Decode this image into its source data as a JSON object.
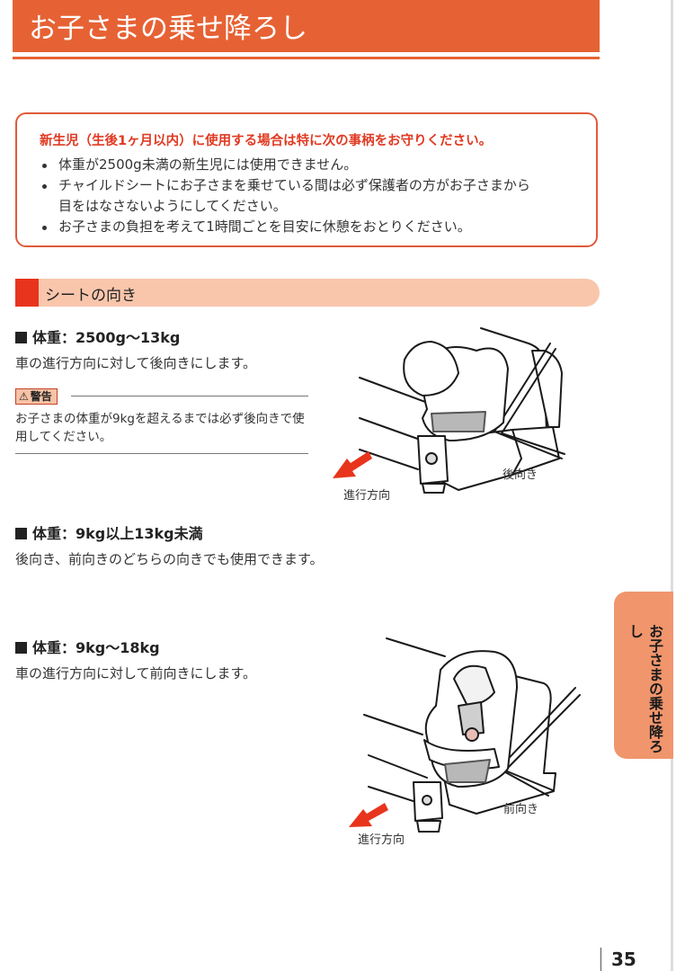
{
  "header": {
    "title": "お子さまの乗せ降ろし",
    "accent_color": "#e66234"
  },
  "notice": {
    "heading": "新生児（生後1ヶ月以内）に使用する場合は特に次の事柄をお守りください。",
    "items": [
      "体重が2500g未満の新生児には使用できません。",
      "チャイルドシートにお子さまを乗せている間は必ず保護者の方がお子さまから",
      "目をはなさないようにしてください。",
      "お子さまの負担を考えて1時間ごとを目安に休憩をおとりください。"
    ],
    "border_color": "#e05a3a",
    "heading_color": "#e03a22"
  },
  "section": {
    "title": "シートの向き",
    "marker_color": "#e8341c",
    "band_color": "#f9c6ac"
  },
  "weights": [
    {
      "heading": "体重：2500g〜13kg",
      "description": "車の進行方向に対して後向きにします。",
      "warning": {
        "icon": "warning-triangle-icon",
        "label": "警告",
        "text": "お子さまの体重が9kgを超えるまでは必ず後向きで使用してください。"
      },
      "illustration": {
        "orientation_label": "後向き",
        "direction_label": "進行方向"
      }
    },
    {
      "heading": "体重：9kg以上13kg未満",
      "description": "後向き、前向きのどちらの向きでも使用できます。"
    },
    {
      "heading": "体重：9kg〜18kg",
      "description": "車の進行方向に対して前向きにします。",
      "illustration": {
        "orientation_label": "前向き",
        "direction_label": "進行方向"
      }
    }
  ],
  "side_tab": {
    "label": "お子さまの乗せ降ろし",
    "color": "#f0956c"
  },
  "footer": {
    "page_number": "35"
  },
  "icons": {
    "direction_arrow": "red-arrow-icon",
    "warning": "warning-triangle-icon"
  }
}
